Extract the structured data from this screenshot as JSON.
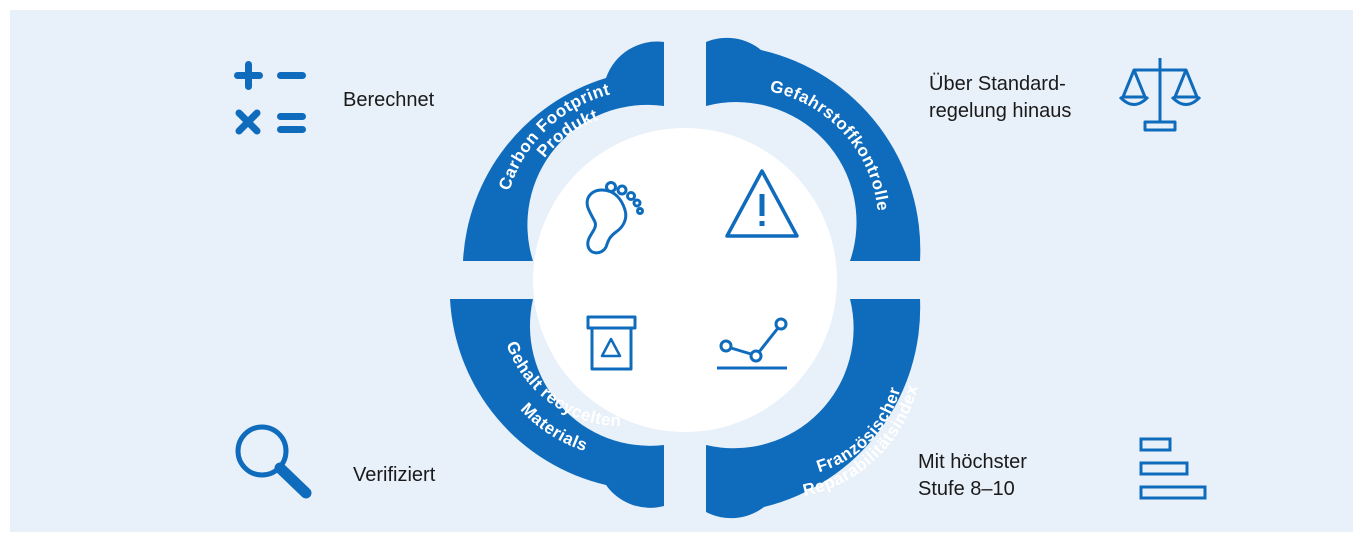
{
  "colors": {
    "brand_blue": "#0f6cbd",
    "background": "#e8f0f9",
    "hub": "#ffffff"
  },
  "segments": [
    {
      "id": "carbon",
      "lines": [
        "Produkt",
        "Carbon Footprint"
      ],
      "center_icon": "footprint-icon"
    },
    {
      "id": "hazard",
      "lines": [
        "Gefahrstoffkontrolle"
      ],
      "center_icon": "warning-triangle-icon"
    },
    {
      "id": "repair",
      "lines": [
        "Französischer",
        "Reparabilitätsindex"
      ],
      "center_icon": "line-chart-icon"
    },
    {
      "id": "recycled",
      "lines": [
        "Gehalt recycelten",
        "Materials"
      ],
      "center_icon": "recycle-box-icon"
    }
  ],
  "corners": {
    "top_left": {
      "lines": [
        "Berechnet"
      ],
      "icon": "calculator-symbols-icon"
    },
    "top_right": {
      "lines": [
        "Über Standard-",
        "regelung hinaus"
      ],
      "icon": "scales-icon"
    },
    "bottom_left": {
      "lines": [
        "Verifiziert"
      ],
      "icon": "magnifier-icon"
    },
    "bottom_right": {
      "lines": [
        "Mit höchster",
        "Stufe 8–10"
      ],
      "icon": "bar-levels-icon"
    }
  }
}
